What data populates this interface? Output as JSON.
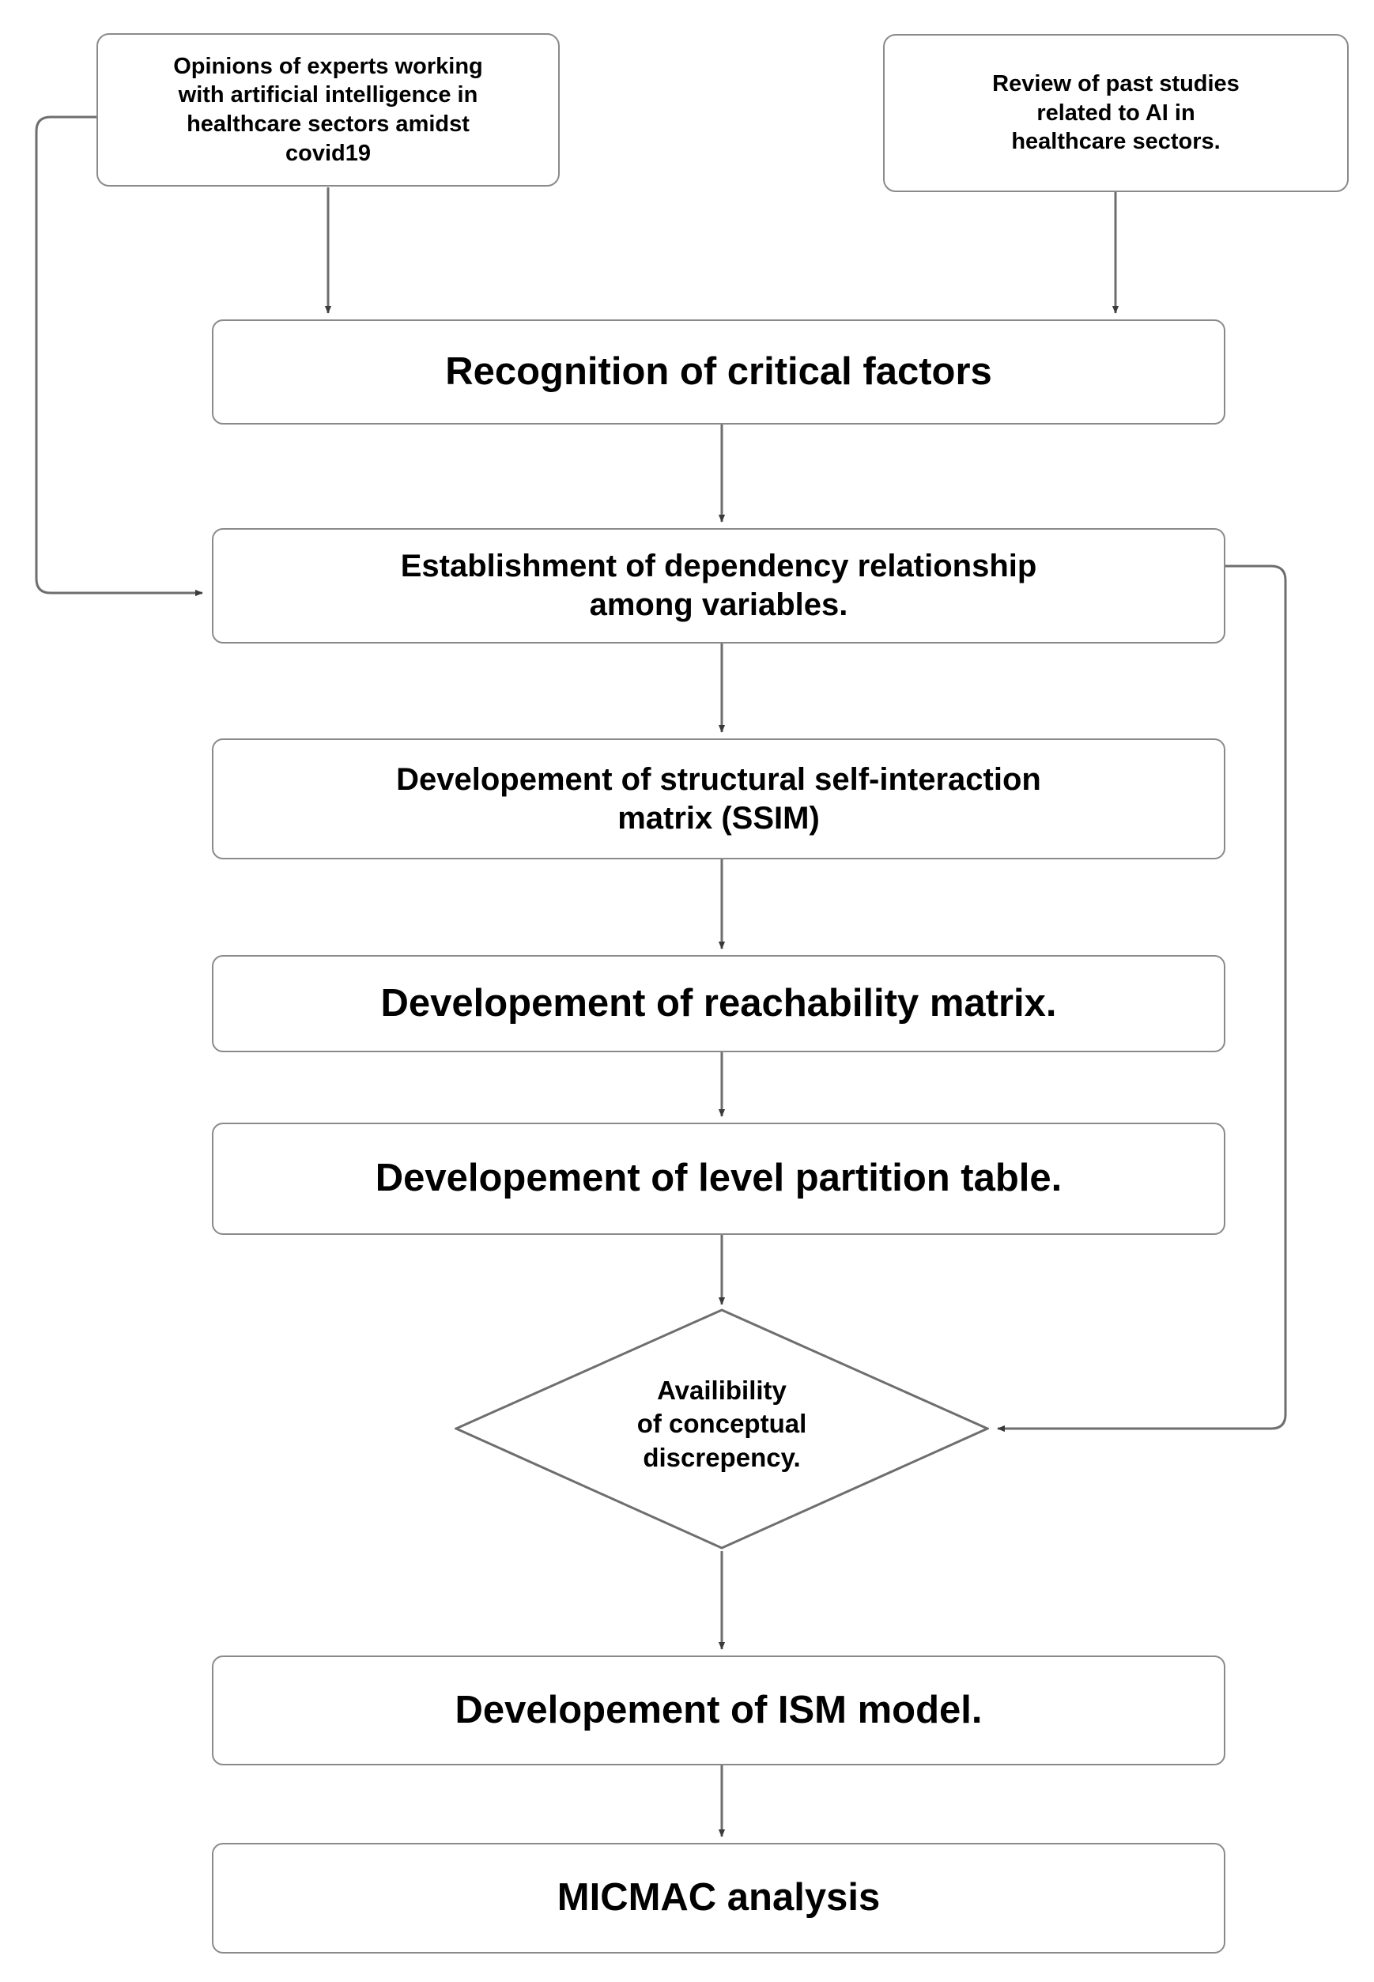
{
  "diagram": {
    "title": "ISM methodology flowchart",
    "theme": {
      "background": "#ffffff",
      "node_fill": "#ffffff",
      "node_border": "#8a8a8a",
      "edge_color": "#6e6e6e",
      "arrow_color": "#333333",
      "text_color": "#000000"
    },
    "nodes": [
      {
        "id": "experts",
        "type": "input",
        "label": "Opinions of experts working\nwith artificial intelligence in\nhealthcare sectors amidst\ncovid19"
      },
      {
        "id": "review",
        "type": "input",
        "label": "Review of past studies\nrelated to AI in\nhealthcare sectors."
      },
      {
        "id": "recognition",
        "type": "process",
        "label": "Recognition of critical factors"
      },
      {
        "id": "dependency",
        "type": "process",
        "label": "Establishment of dependency relationship\namong variables."
      },
      {
        "id": "ssim",
        "type": "process",
        "label": "Developement of structural self-interaction\nmatrix (SSIM)"
      },
      {
        "id": "reachability",
        "type": "process",
        "label": "Developement of reachability matrix."
      },
      {
        "id": "partition",
        "type": "process",
        "label": "Developement of  level partition table."
      },
      {
        "id": "discrepancy",
        "type": "decision",
        "label": "Availibility\nof conceptual\ndiscrepency."
      },
      {
        "id": "ism",
        "type": "process",
        "label": "Developement of ISM model."
      },
      {
        "id": "micmac",
        "type": "process",
        "label": "MICMAC analysis"
      }
    ],
    "edges": [
      {
        "id": "experts-recognition",
        "from": "experts",
        "to": "recognition",
        "arrow": true
      },
      {
        "id": "review-recognition",
        "from": "review",
        "to": "recognition",
        "arrow": true
      },
      {
        "id": "recognition-dependency",
        "from": "recognition",
        "to": "dependency",
        "arrow": true
      },
      {
        "id": "experts-dependency-feedback",
        "from": "experts",
        "to": "dependency",
        "arrow": true
      },
      {
        "id": "dependency-ssim",
        "from": "dependency",
        "to": "ssim",
        "arrow": true
      },
      {
        "id": "ssim-reachability",
        "from": "ssim",
        "to": "reachability",
        "arrow": true
      },
      {
        "id": "reachability-partition",
        "from": "reachability",
        "to": "partition",
        "arrow": true
      },
      {
        "id": "partition-discrepancy",
        "from": "partition",
        "to": "discrepancy",
        "arrow": true
      },
      {
        "id": "dependency-discrepancy-feedback",
        "from": "dependency",
        "to": "discrepancy",
        "arrow": true
      },
      {
        "id": "discrepancy-ism",
        "from": "discrepancy",
        "to": "ism",
        "arrow": true
      },
      {
        "id": "ism-micmac",
        "from": "ism",
        "to": "micmac",
        "arrow": true
      }
    ]
  }
}
